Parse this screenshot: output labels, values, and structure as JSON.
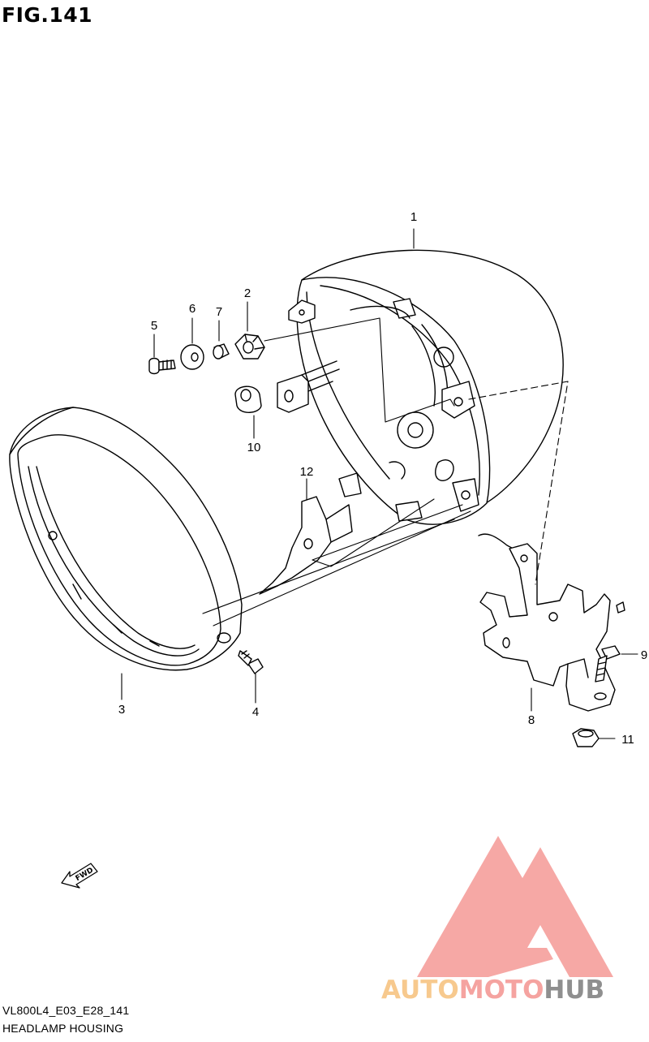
{
  "figure": {
    "title": "FIG.141"
  },
  "parts": [
    {
      "label": "1"
    },
    {
      "label": "2"
    },
    {
      "label": "3"
    },
    {
      "label": "4"
    },
    {
      "label": "5"
    },
    {
      "label": "6"
    },
    {
      "label": "7"
    },
    {
      "label": "8"
    },
    {
      "label": "9"
    },
    {
      "label": "10"
    },
    {
      "label": "11"
    },
    {
      "label": "12"
    }
  ],
  "fwd_marker": {
    "text": "FWD",
    "icon": "fwd-arrow-icon"
  },
  "footer": {
    "code": "VL800L4_E03_E28_141",
    "name": "HEADLAMP HOUSING"
  },
  "watermark": {
    "brand_part1": "AUTO",
    "brand_part2": "MOTO",
    "brand_part3": "HUB",
    "colors": {
      "auto": "#f7c98e",
      "moto": "#f5a3a0",
      "hub": "#8f8f8f",
      "logo": "#f5a3a0"
    }
  }
}
